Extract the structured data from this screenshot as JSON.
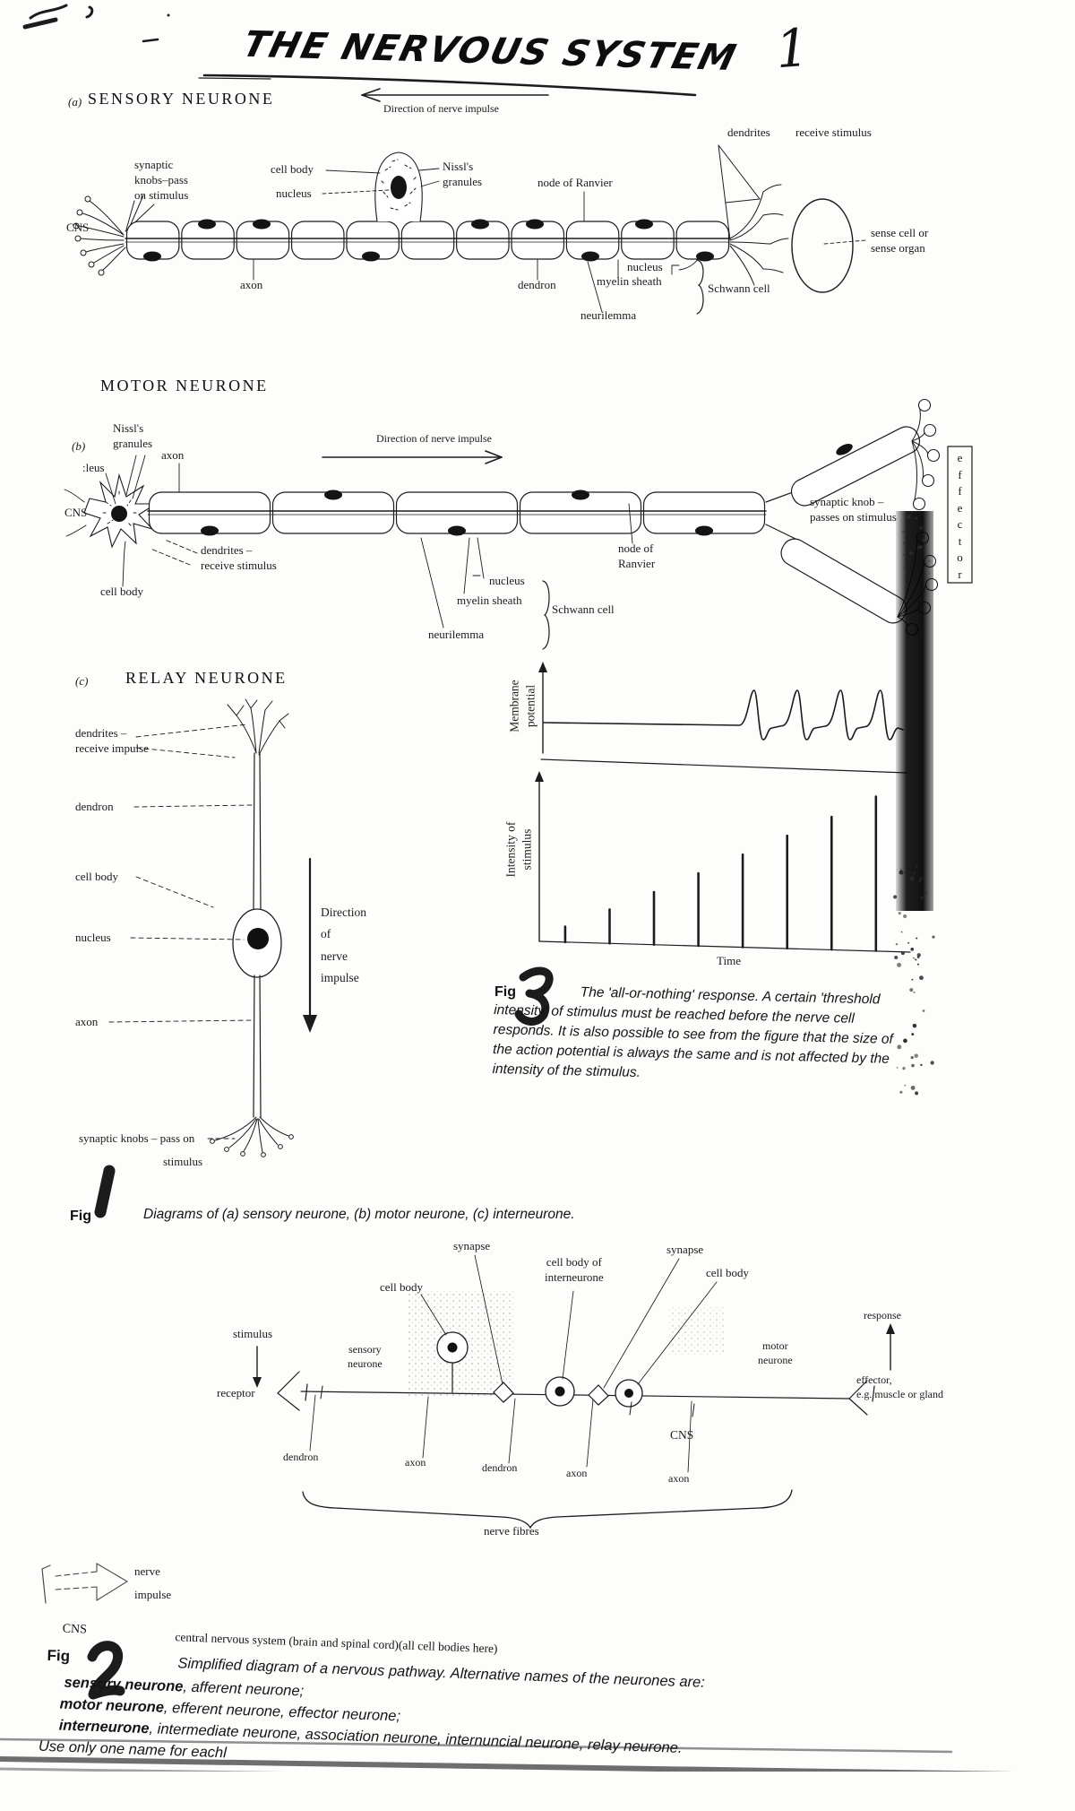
{
  "colors": {
    "ink": "#1c1c1c",
    "paper": "#fdfdfb",
    "scan_band": "#0a0a0a"
  },
  "page": {
    "title": "THE NERVOUS SYSTEM",
    "number": "1"
  },
  "sensory": {
    "index": "(a)",
    "heading": "SENSORY NEURONE",
    "direction": "Direction of nerve impulse",
    "labels": {
      "cns": "CNS",
      "synaptic_knobs": "synaptic\nknobs–pass\non stimulus",
      "cell_body": "cell body",
      "nucleus": "nucleus",
      "nissl": "Nissl's\ngranules",
      "node": "node of Ranvier",
      "dendrites": "dendrites",
      "receive": "receive stimulus",
      "sense_organ": "sense cell or\nsense organ",
      "axon": "axon",
      "dendron": "dendron",
      "myelin": "myelin sheath",
      "nucleus2": "nucleus",
      "neurilemma": "neurilemma",
      "schwann": "Schwann cell"
    }
  },
  "motor": {
    "index": "(b)",
    "heading": "MOTOR NEURONE",
    "direction": "Direction of nerve impulse",
    "labels": {
      "nissl": "Nissl's\ngranules",
      "axon": "axon",
      "nucleus_cut": ":leus",
      "cns": "CNS",
      "dendrites": "dendrites –\nreceive stimulus",
      "cell_body": "cell body",
      "nucleus": "nucleus",
      "myelin": "myelin sheath",
      "neurilemma": "neurilemma",
      "schwann": "Schwann cell",
      "node": "node of\nRanvier",
      "synaptic_knob": "synaptic knob –\npasses on stimulus",
      "effector_letters": "e\nf\nf\ne\nc\nt\no\nr"
    }
  },
  "relay": {
    "index": "(c)",
    "heading": "RELAY NEURONE",
    "labels": {
      "dendrites": "dendrites –\nreceive impulse",
      "dendron": "dendron",
      "cell_body": "cell body",
      "nucleus": "nucleus",
      "axon": "axon",
      "synaptic_knobs": "synaptic knobs – pass on",
      "stimulus": "stimulus",
      "direction": "Direction\nof\nnerve\nimpulse"
    }
  },
  "fig3": {
    "fig": "Fig",
    "number": "3",
    "caption": "The 'all-or-nothing' response. A certain 'threshold intensity' of stimulus must be reached before the nerve cell responds. It is also possible to see from the figure that the size of the action potential is always the same and is not affected by the intensity of the stimulus.",
    "ylabel_top": "Membrane\npotential",
    "ylabel_bottom": "Intensity of\nstimulus",
    "xlabel": "Time"
  },
  "fig1": {
    "fig": "Fig",
    "number": "1",
    "caption": "Diagrams of (a) sensory neurone, (b) motor neurone, (c) interneurone."
  },
  "fig2": {
    "labels": {
      "stimulus": "stimulus",
      "receptor": "receptor",
      "sensory_neurone": "sensory\nneurone",
      "cell_body1": "cell body",
      "synapse1": "synapse",
      "interneurone": "cell body of\ninterneurone",
      "synapse2": "synapse",
      "cell_body2": "cell body",
      "motor_neurone": "motor\nneurone",
      "response": "response",
      "effector": "effector,\ne.g. muscle or gland",
      "cns": "CNS",
      "dendron1": "dendron",
      "axon1": "axon",
      "dendron2": "dendron",
      "axon2": "axon",
      "axon3": "axon",
      "nerve_fibres": "nerve fibres"
    }
  },
  "legend": {
    "nerve_impulse": "nerve\nimpulse"
  },
  "footer": {
    "cns": "CNS",
    "cns_def": "central nervous system (brain and spinal cord)(all cell bodies here)",
    "fig": "Fig",
    "number": "2",
    "caption": "Simplified diagram of a nervous pathway. Alternative names of the neurones are:",
    "alt": [
      {
        "term": "sensory neurone",
        "rest": ", afferent neurone;"
      },
      {
        "term": "motor neurone",
        "rest": ", efferent neurone, effector neurone;"
      },
      {
        "term": "interneurone",
        "rest": ", intermediate neurone, association neurone, internuncial neurone, relay neurone."
      }
    ],
    "note": "Use only one name for eachl"
  },
  "chart_data": {
    "type": "line",
    "title": "The 'all-or-nothing' response (Fig 3)",
    "xlabel": "Time",
    "grid": false,
    "legend_position": "none",
    "panels": [
      {
        "ylabel": "Membrane potential",
        "series": [
          {
            "name": "membrane potential",
            "kind": "trace",
            "description": "flat resting potential, then four identical action potentials once stimulus exceeds threshold",
            "spikes": 4,
            "spike_x_fraction": [
              0.585,
              0.705,
              0.825,
              0.935
            ]
          }
        ]
      },
      {
        "ylabel": "Intensity of stimulus",
        "series": [
          {
            "name": "stimulus intensity",
            "kind": "impulse-bars",
            "x_fraction": [
              0.07,
              0.19,
              0.31,
              0.43,
              0.55,
              0.67,
              0.79,
              0.91
            ],
            "relative_heights": [
              1,
              2.2,
              3.4,
              4.7,
              6,
              7.3,
              8.6,
              10
            ],
            "note": "stimuli of increasing intensity along time axis; only the largest four exceed threshold"
          }
        ]
      }
    ]
  }
}
